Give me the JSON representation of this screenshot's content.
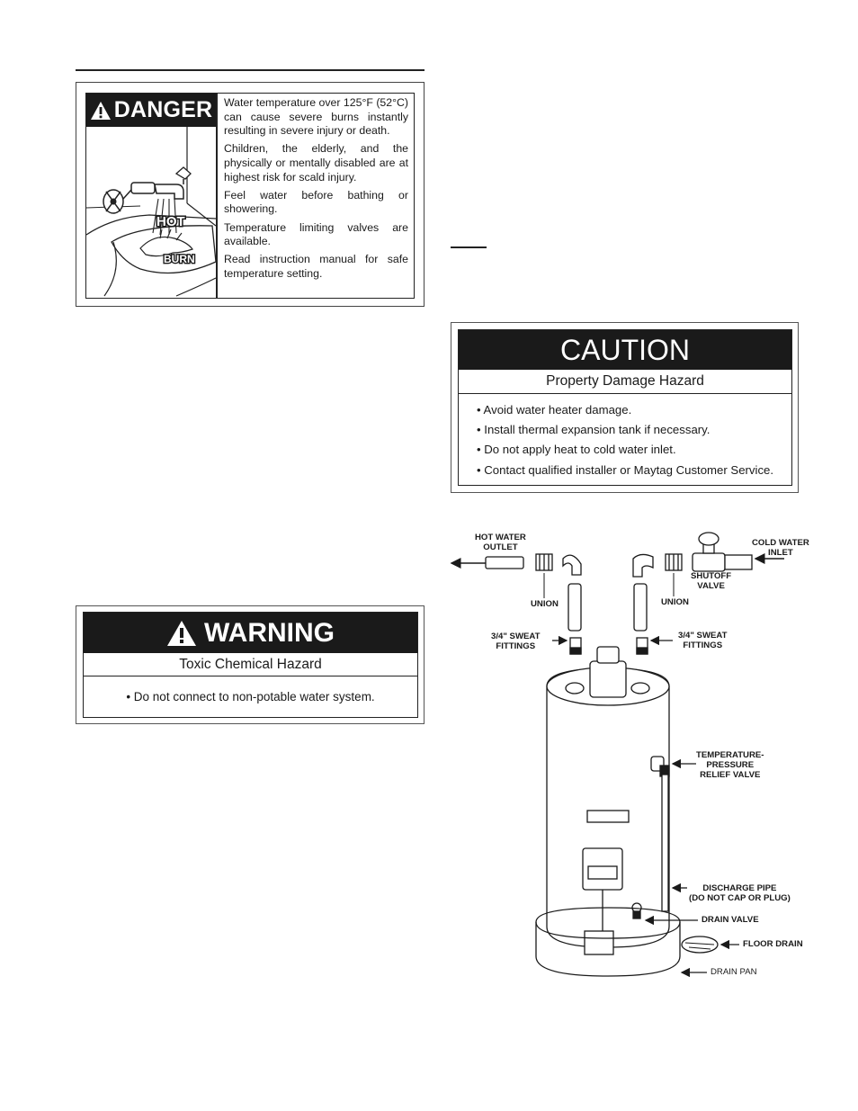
{
  "danger": {
    "signal_word": "DANGER",
    "illustration_labels": {
      "hot": "HOT",
      "burn": "BURN"
    },
    "paragraphs": [
      "Water temperature over 125°F (52°C) can cause severe burns instantly resulting in severe injury or death.",
      "Children, the elderly, and the physically or mentally disabled are at highest risk for scald injury.",
      "Feel water before bathing or showering.",
      "Temperature limiting valves are available.",
      "Read instruction manual for safe temperature setting."
    ]
  },
  "warning": {
    "signal_word": "WARNING",
    "hazard": "Toxic Chemical Hazard",
    "bullet": "• Do not connect to non-potable water system."
  },
  "caution": {
    "signal_word": "CAUTION",
    "hazard": "Property Damage Hazard",
    "bullets": [
      "• Avoid water heater damage.",
      "• Install thermal expansion tank if necessary.",
      "• Do not apply heat to cold water inlet.",
      "• Contact qualified installer or Maytag Customer Service."
    ]
  },
  "diagram": {
    "callouts": {
      "hot_water_outlet": [
        "HOT WATER",
        "OUTLET"
      ],
      "cold_water_inlet": [
        "COLD WATER",
        "INLET"
      ],
      "shutoff_valve": [
        "SHUTOFF",
        "VALVE"
      ],
      "union_left": "UNION",
      "union_right": "UNION",
      "sweat_left": [
        "3/4\" SWEAT",
        "FITTINGS"
      ],
      "sweat_right": [
        "3/4\" SWEAT",
        "FITTINGS"
      ],
      "tp_valve": [
        "TEMPERATURE-",
        "PRESSURE",
        "RELIEF VALVE"
      ],
      "discharge_pipe": [
        "DISCHARGE PIPE",
        "(DO NOT CAP OR PLUG)"
      ],
      "drain_valve": "DRAIN VALVE",
      "floor_drain": "FLOOR DRAIN",
      "drain_pan": "DRAIN PAN"
    }
  }
}
